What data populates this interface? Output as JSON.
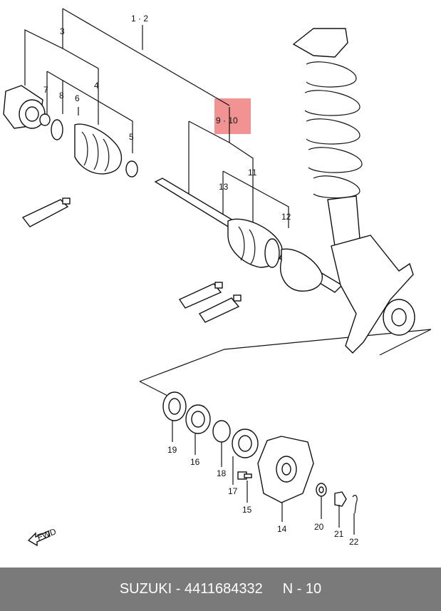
{
  "labels": {
    "l1_2": "1 · 2",
    "l3": "3",
    "l4": "4",
    "l5": "5",
    "l6": "6",
    "l7": "7",
    "l8": "8",
    "l9_10": "9 · 10",
    "l11": "11",
    "l12": "12",
    "l13": "13",
    "l14": "14",
    "l15": "15",
    "l16": "16",
    "l17": "17",
    "l18": "18",
    "l19": "19",
    "l20": "20",
    "l21": "21",
    "l22": "22",
    "fwd": "FWD"
  },
  "footer": {
    "brand": "SUZUKI - 4411684332",
    "page": "N - 10"
  },
  "colors": {
    "highlight": "#f08080",
    "footer_bg": "#7a7a7a"
  }
}
